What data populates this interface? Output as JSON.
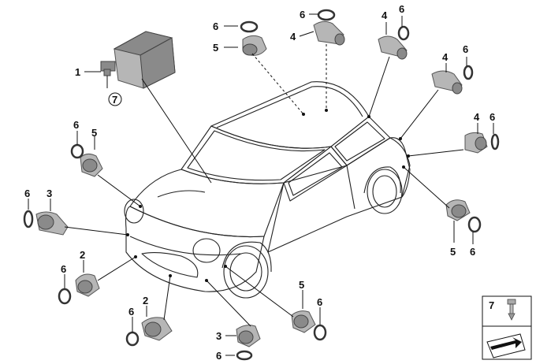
{
  "part_numbers": {
    "control_unit": "1",
    "sensor_bumper_front": "2",
    "sensor_side_front": "3",
    "sensor_rear_a": "4",
    "sensor_rear_b": "5",
    "seal_ring": "6",
    "clip": "7"
  },
  "legend": {
    "item": "7"
  },
  "colors": {
    "line": "#111111",
    "part_fill": "#b6b6b6",
    "part_dark": "#8a8a8a"
  }
}
